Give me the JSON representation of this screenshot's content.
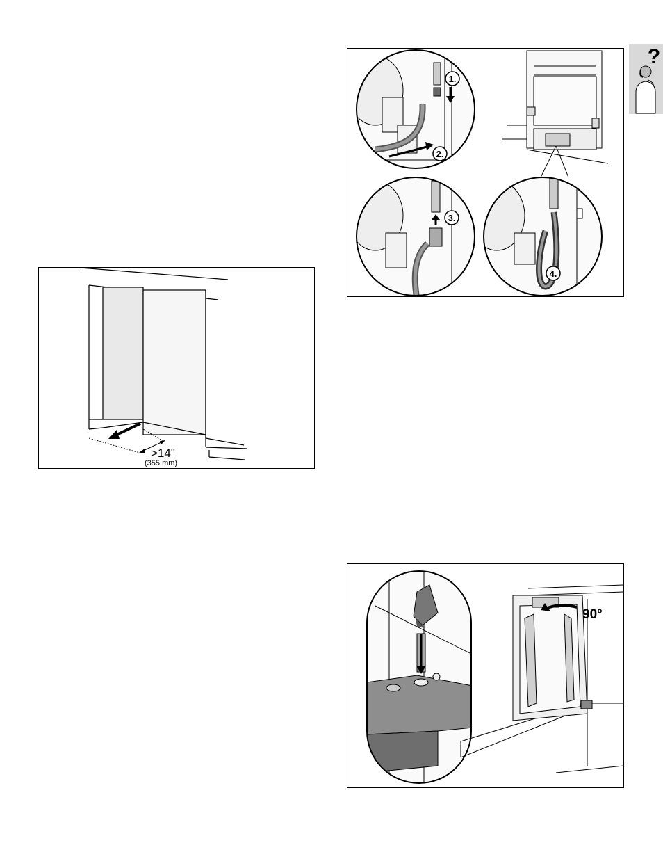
{
  "figure_hoses": {
    "step_labels": [
      "1.",
      "2.",
      "3.",
      "4."
    ]
  },
  "figure_niche": {
    "dimension_in": ">14\"",
    "dimension_mm": "(355 mm)"
  },
  "figure_hinge": {
    "angle_label": "90°"
  },
  "help_tab": {
    "symbol": "?"
  },
  "colors": {
    "line": "#000000",
    "hose": "#8a8a8a",
    "shade": "#e6e6e6",
    "tab": "#d9d9d9"
  },
  "icons": [
    "question-mark-icon",
    "person-phone-icon",
    "arrow-icon"
  ]
}
